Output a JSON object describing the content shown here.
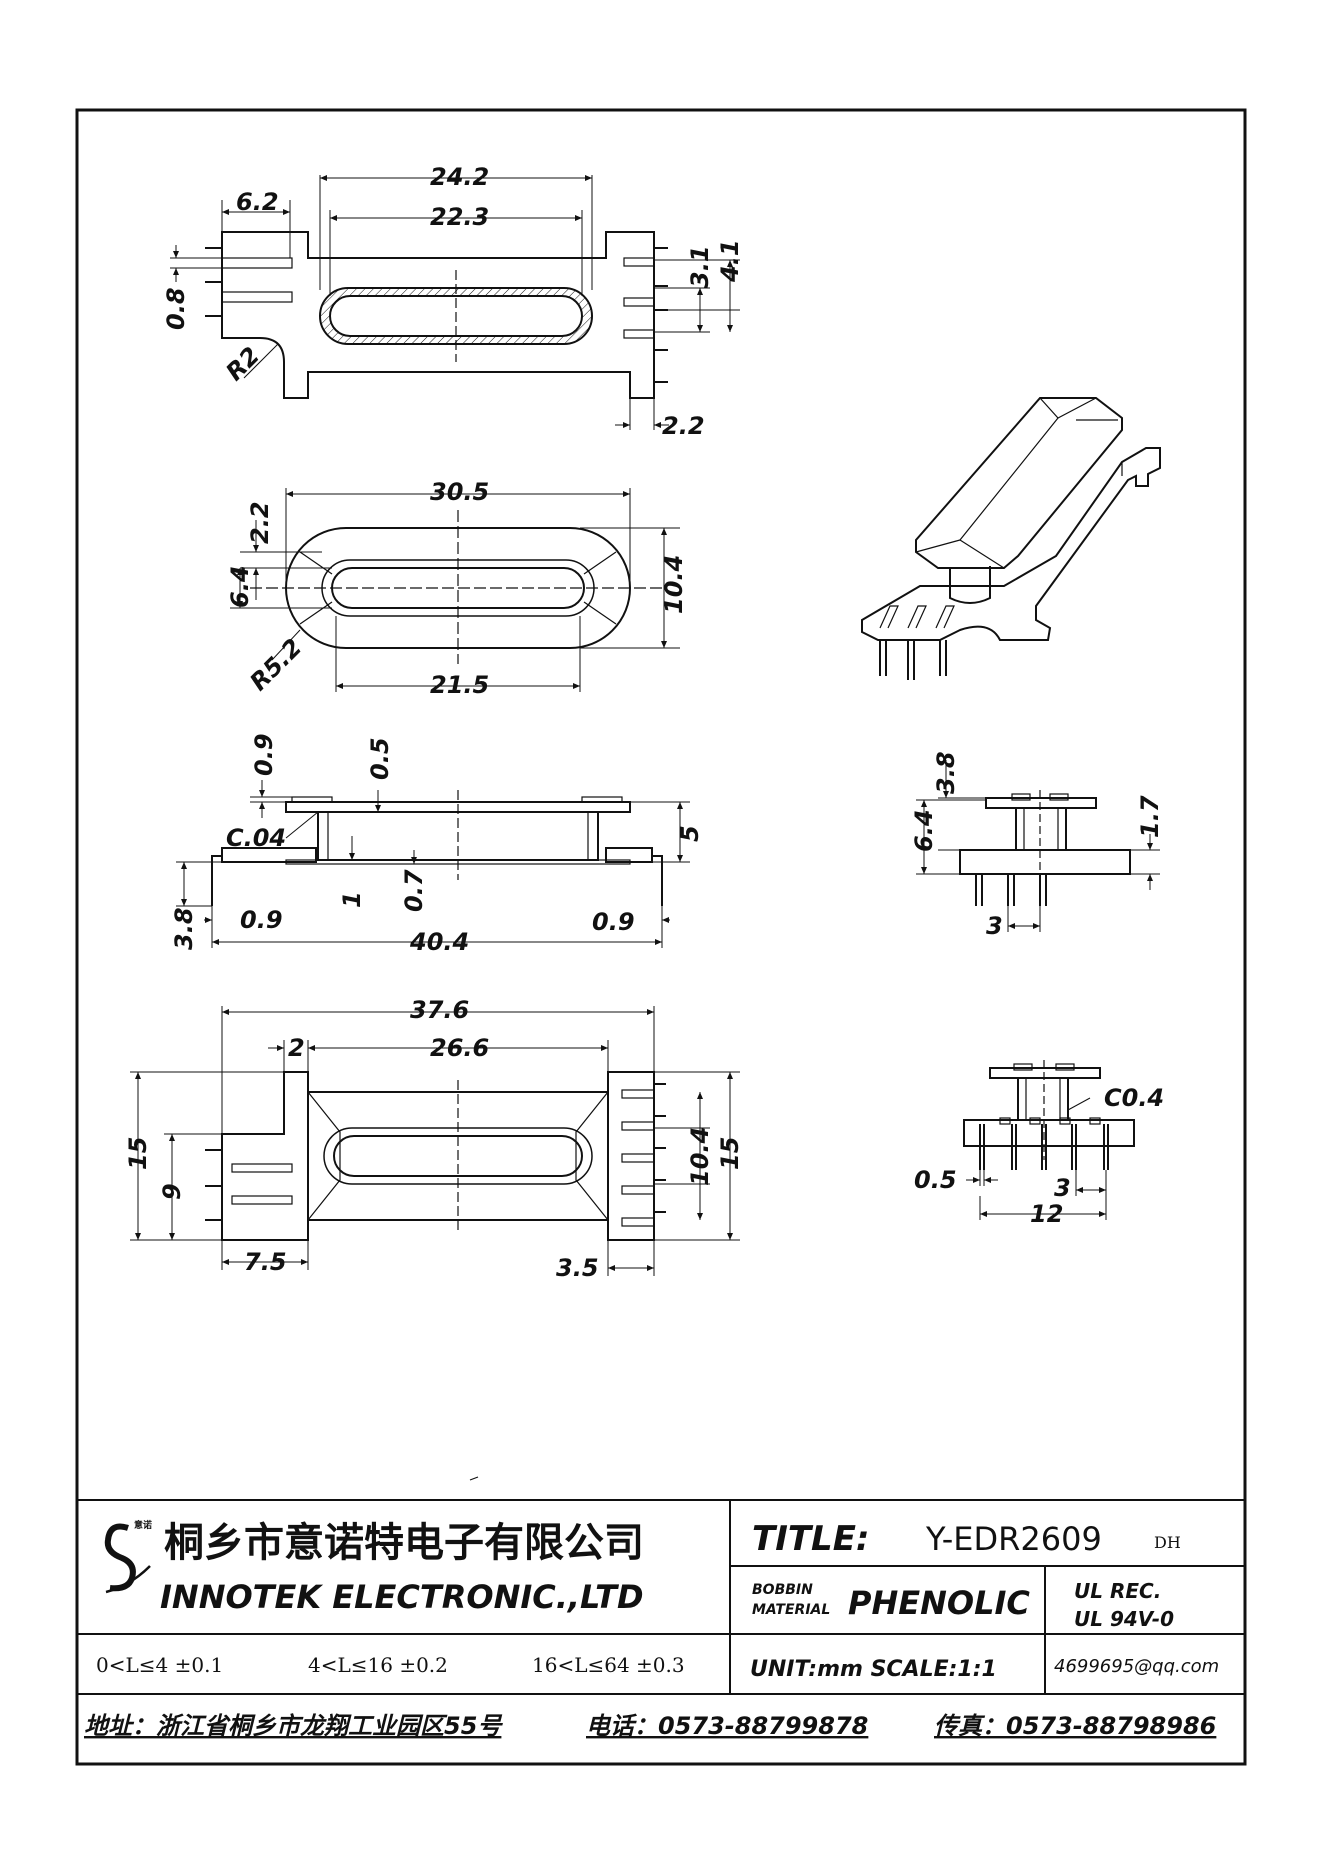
{
  "dims": {
    "top": {
      "d24_2": "24.2",
      "d22_3": "22.3",
      "d6_2": "6.2",
      "d0_8": "0.8",
      "d3_1": "3.1",
      "d4_1": "4.1",
      "r2": "R2",
      "d2_2": "2.2"
    },
    "oval": {
      "d30_5": "30.5",
      "d2_2": "2.2",
      "d6_4": "6.4",
      "d10_4": "10.4",
      "r5_2": "R5.2",
      "d21_5": "21.5"
    },
    "side": {
      "d0_9a": "0.9",
      "d0_5": "0.5",
      "c04": "C.04",
      "d5": "5",
      "d1": "1",
      "d0_7": "0.7",
      "d3_8": "3.8",
      "d0_9b": "0.9",
      "d0_9c": "0.9",
      "d40_4": "40.4"
    },
    "bottom": {
      "d37_6": "37.6",
      "d2": "2",
      "d26_6": "26.6",
      "d15a": "15",
      "d9": "9",
      "d10_4": "10.4",
      "d15b": "15",
      "d7_5": "7.5",
      "d3_5": "3.5"
    },
    "end1": {
      "d3_8": "3.8",
      "d6_4": "6.4",
      "d1_7": "1.7",
      "d3": "3"
    },
    "end2": {
      "c0_4": "C0.4",
      "d0_5": "0.5",
      "d3": "3",
      "d12": "12"
    }
  },
  "title_block": {
    "company_cn": "桐乡市意诺特电子有限公司",
    "company_en": "INNOTEK ELECTRONIC.,LTD",
    "logo_small": "意诺",
    "title_label": "TITLE:",
    "title_value": "Y-EDR2609",
    "title_suffix": "DH",
    "material_label_1": "BOBBIN",
    "material_label_2": "MATERIAL",
    "material_value": "PHENOLIC",
    "ul_1": "UL REC.",
    "ul_2": "UL 94V-0",
    "tol_1": "0<L≤4  ±0.1",
    "tol_2": "4<L≤16  ±0.2",
    "tol_3": "16<L≤64  ±0.3",
    "unit_scale": "UNIT:mm SCALE:1:1",
    "email": "4699695@qq.com",
    "address": "地址：浙江省桐乡市龙翔工业园区55号",
    "phone": "电话：0573-88799878",
    "fax": "传真：0573-88798986"
  }
}
